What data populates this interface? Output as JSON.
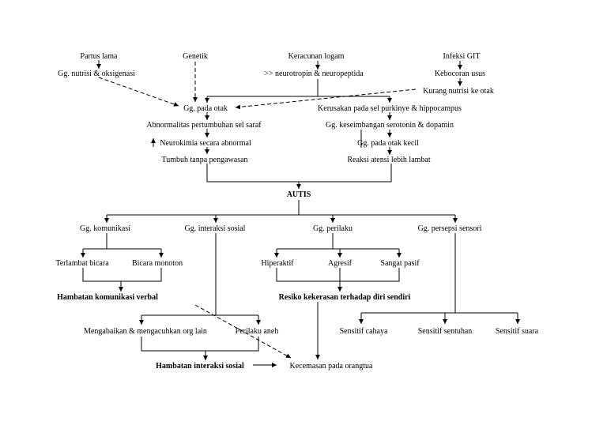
{
  "nodes": {
    "partus_lama": "Partus lama",
    "gg_nutrisi": "Gg. nutrisi & oksigenasi",
    "genetik": "Genetik",
    "keracunan_logam": "Keracunan logam",
    "neurotropin": ">> neurotropin & neuropeptida",
    "infeksi_git": "Infeksi GIT",
    "kebocoran_usus": "Kebocoran usus",
    "kurang_nutrisi": "Kurang nutrisi ke otak",
    "gg_pada_otak": "Gg. pada otak",
    "kerusakan_sel": "Kerusakan pada sel purkinye & hippocampus",
    "abnormalitas": "Abnormalitas pertumbuhan sel saraf",
    "gg_keseimbangan": "Gg. keseimbangan serotonin & dopamin",
    "neurokimia": "Neurokimia secara abnormal",
    "gg_otak_kecil": "Gg. pada otak kecil",
    "tumbuh": "Tumbuh tanpa pengawasan",
    "reaksi_atensi": "Reaksi atensi lebih lambat",
    "autis": "AUTIS",
    "gg_komunikasi": "Gg. komunikasi",
    "gg_interaksi": "Gg. interaksi sosial",
    "gg_perilaku": "Gg. perilaku",
    "gg_persepsi": "Gg. persepsi sensori",
    "terlambat_bicara": "Terlambat bicara",
    "bicara_monoton": "Bicara monoton",
    "hiperaktif": "Hiperaktif",
    "agresif": "Agresif",
    "sangat_pasif": "Sangat pasif",
    "hambatan_komunikasi": "Hambatan komunikasi verbal",
    "resiko_kekerasan": "Resiko kekerasan terhadap diri sendiri",
    "mengabaikan": "Mengabaikan & mengacuhkan org lain",
    "perilaku_aneh": "Perilaku aneh",
    "sensitif_cahaya": "Sensitif cahaya",
    "sensitif_sentuhan": "Sensitif sentuhan",
    "sensitif_suara": "Sensitif suara",
    "hambatan_interaksi": "Hambatan interaksi sosial",
    "kecemasan": "Kecemasan pada orangtua"
  }
}
